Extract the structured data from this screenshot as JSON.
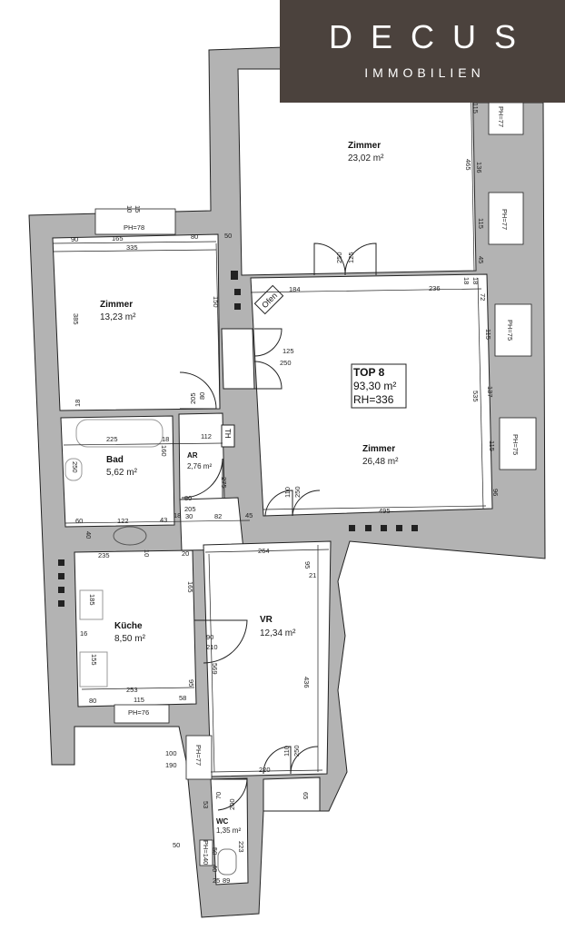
{
  "logo": {
    "brand": "DECUS",
    "subtitle": "IMMOBILIEN",
    "color": "#4b423d"
  },
  "summary": {
    "unit": "TOP 8",
    "total_area": "93,30 m²",
    "room_height": "RH=336"
  },
  "rooms": [
    {
      "name": "Zimmer",
      "area": "23,02 m²"
    },
    {
      "name": "Zimmer",
      "area": "13,23 m²"
    },
    {
      "name": "Zimmer",
      "area": "26,48 m²"
    },
    {
      "name": "Bad",
      "area": "5,62 m²"
    },
    {
      "name": "AR",
      "area": "2,76 m²"
    },
    {
      "name": "Küche",
      "area": "8,50 m²"
    },
    {
      "name": "VR",
      "area": "12,34 m²"
    },
    {
      "name": "WC",
      "area": "1,35 m²"
    }
  ],
  "labels": {
    "oven": "Ofen",
    "th": "TH"
  },
  "window_labels": [
    "PH=78",
    "PH=77",
    "PH=77",
    "PH=75",
    "PH=75",
    "PH=76",
    "PH=77",
    "PH=140"
  ],
  "dimensions": [
    "90",
    "165",
    "80",
    "50",
    "335",
    "385",
    "18",
    "150",
    "184",
    "236",
    "125",
    "250",
    "125",
    "250",
    "80",
    "205",
    "225",
    "18",
    "160",
    "112",
    "250",
    "275",
    "60",
    "122",
    "43",
    "80",
    "205",
    "18",
    "30",
    "82",
    "45",
    "110",
    "250",
    "495",
    "264",
    "95",
    "21",
    "235",
    "20",
    "165",
    "185",
    "155",
    "16",
    "253",
    "80",
    "115",
    "58",
    "95",
    "90",
    "210",
    "569",
    "436",
    "110",
    "250",
    "220",
    "65",
    "100",
    "190",
    "70",
    "200",
    "53",
    "50",
    "50",
    "40",
    "25",
    "89",
    "223",
    "465",
    "115",
    "136",
    "115",
    "45",
    "18",
    "18",
    "72",
    "115",
    "137",
    "535",
    "115",
    "96",
    "10",
    "15",
    "40",
    "10"
  ]
}
